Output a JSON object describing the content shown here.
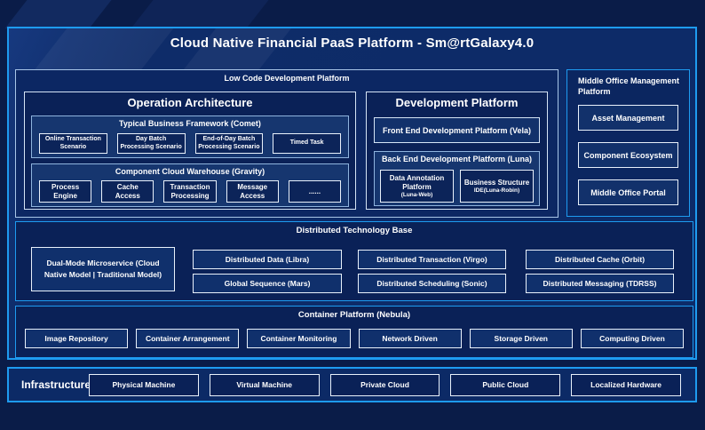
{
  "title": "Cloud Native Financial PaaS Platform - Sm@rtGalaxy4.0",
  "low_code": {
    "label": "Low Code Development Platform",
    "operation": {
      "title": "Operation Architecture",
      "typical": {
        "title": "Typical Business Framework (Comet)",
        "items": [
          "Online Transaction Scenario",
          "Day Batch Processing Scenario",
          "End-of-Day Batch Processing Scenario",
          "Timed Task"
        ]
      },
      "gravity": {
        "title": "Component Cloud Warehouse (Gravity)",
        "items": [
          "Process Engine",
          "Cache Access",
          "Transaction Processing",
          "Message Access",
          "......"
        ]
      }
    },
    "development": {
      "title": "Development Platform",
      "front_end": "Front End Development Platform (Vela)",
      "back_end": {
        "title": "Back End Development Platform (Luna)",
        "items": [
          {
            "label": "Data Annotation Platform",
            "sublabel": "(Luna-Web)"
          },
          {
            "label": "Business Structure",
            "sublabel": "IDE(Luna-Robin)"
          }
        ]
      }
    }
  },
  "middle_office": {
    "label": "Middle Office Management Platform",
    "items": [
      "Asset Management",
      "Component Ecosystem",
      "Middle Office Portal"
    ]
  },
  "distributed": {
    "label": "Distributed Technology Base",
    "dual_mode": "Dual-Mode Microservice (Cloud Native Model | Traditional Model)",
    "items": [
      "Distributed Data (Libra)",
      "Global Sequence (Mars)",
      "Distributed Transaction (Virgo)",
      "Distributed Scheduling (Sonic)",
      "Distributed Cache (Orbit)",
      "Distributed Messaging (TDRSS)"
    ]
  },
  "container": {
    "label": "Container Platform (Nebula)",
    "items": [
      "Image Repository",
      "Container Arrangement",
      "Container Monitoring",
      "Network Driven",
      "Storage Driven",
      "Computing Driven"
    ]
  },
  "infrastructure": {
    "label": "Infrastructure",
    "items": [
      "Physical Machine",
      "Virtual Machine",
      "Private Cloud",
      "Public Cloud",
      "Localized Hardware"
    ]
  },
  "colors": {
    "accent_border": "#1E9BF0",
    "page_bg": "#0A1C48",
    "panel_bg": "#0D2B68",
    "box_bg": "#0A2157",
    "band_bg": "#16366F",
    "item_dark_bg": "#0C2459",
    "item_light_bg": "#12316B",
    "text": "#FFFFFF"
  }
}
